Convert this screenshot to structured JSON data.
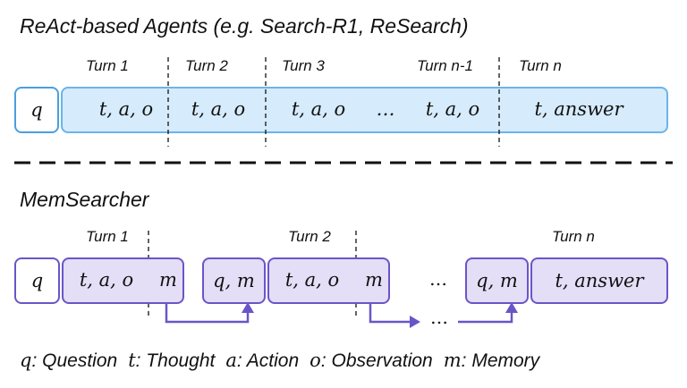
{
  "react": {
    "title": "ReAct-based Agents (e.g. Search-R1, ReSearch)",
    "turns": [
      "Turn 1",
      "Turn 2",
      "Turn 3",
      "Turn n-1",
      "Turn n"
    ],
    "q": "q",
    "segments": [
      "t, a, o",
      "t, a, o",
      "t, a, o",
      "…",
      "t, a, o",
      "t, answer"
    ]
  },
  "memsearcher": {
    "title": "MemSearcher",
    "turns": [
      "Turn 1",
      "Turn 2",
      "Turn n"
    ],
    "q": "q",
    "tao": "t, a, o",
    "m": "m",
    "qm": "q, m",
    "ellipsis": "…",
    "answer": "t, answer"
  },
  "legend": [
    {
      "symbol": "q",
      "label": ": Question"
    },
    {
      "symbol": "t",
      "label": ": Thought"
    },
    {
      "symbol": "a",
      "label": ": Action"
    },
    {
      "symbol": "o",
      "label": ": Observation"
    },
    {
      "symbol": "m",
      "label": ": Memory"
    }
  ],
  "colors": {
    "react_fill": "#d6ebfb",
    "react_border": "#6cb4ea",
    "mem_fill": "#e4def6",
    "mem_border": "#6a55c8"
  }
}
